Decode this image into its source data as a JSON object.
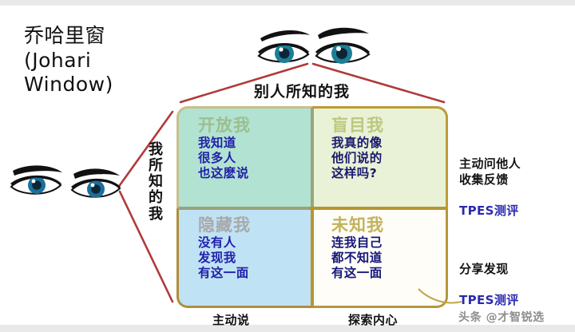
{
  "title": "乔哈里窗\n(Johari\nWindow)",
  "axes": {
    "top_label": "别人所知的我",
    "left_label": "我所知的我"
  },
  "grid": {
    "quadrants": [
      {
        "key": "open",
        "title": "开放我",
        "title_color": "#9bbf8e",
        "body": "我知道\n很多人\n也这麽说",
        "body_color": "#2222a8",
        "bg": "#b2e2d2"
      },
      {
        "key": "blind",
        "title": "盲目我",
        "title_color": "#bcc77f",
        "body": "我真的像\n他们说的\n这样吗?",
        "body_color": "#1a1a6e",
        "bg": "#e9f2d6"
      },
      {
        "key": "hidden",
        "title": "隐藏我",
        "title_color": "#a9a9a9",
        "body": "没有人\n发现我\n有这一面",
        "body_color": "#1f1fa8",
        "bg": "#bfe2f5"
      },
      {
        "key": "unknown",
        "title": "未知我",
        "title_color": "#c2b25c",
        "body": "连我自己\n都不知道\n有这一面",
        "body_color": "#17177a",
        "bg": "#fefdf8"
      }
    ]
  },
  "bottom_labels": {
    "left": "主动说",
    "right": "探索内心"
  },
  "notes": {
    "top": {
      "lines": "主动问他人\n收集反馈",
      "link": "TPES测评"
    },
    "bottom": {
      "lines": "分享发现",
      "link": "TPES测评"
    }
  },
  "icons": {
    "eyes_top": "eyes-pair-icon",
    "eyes_left": "eyes-pair-icon"
  },
  "watermark": "头条 @才智锐选",
  "colors": {
    "accent_gold": "#b8942f",
    "accent_red": "#b03a3a",
    "link_blue": "#2a2ab0"
  }
}
